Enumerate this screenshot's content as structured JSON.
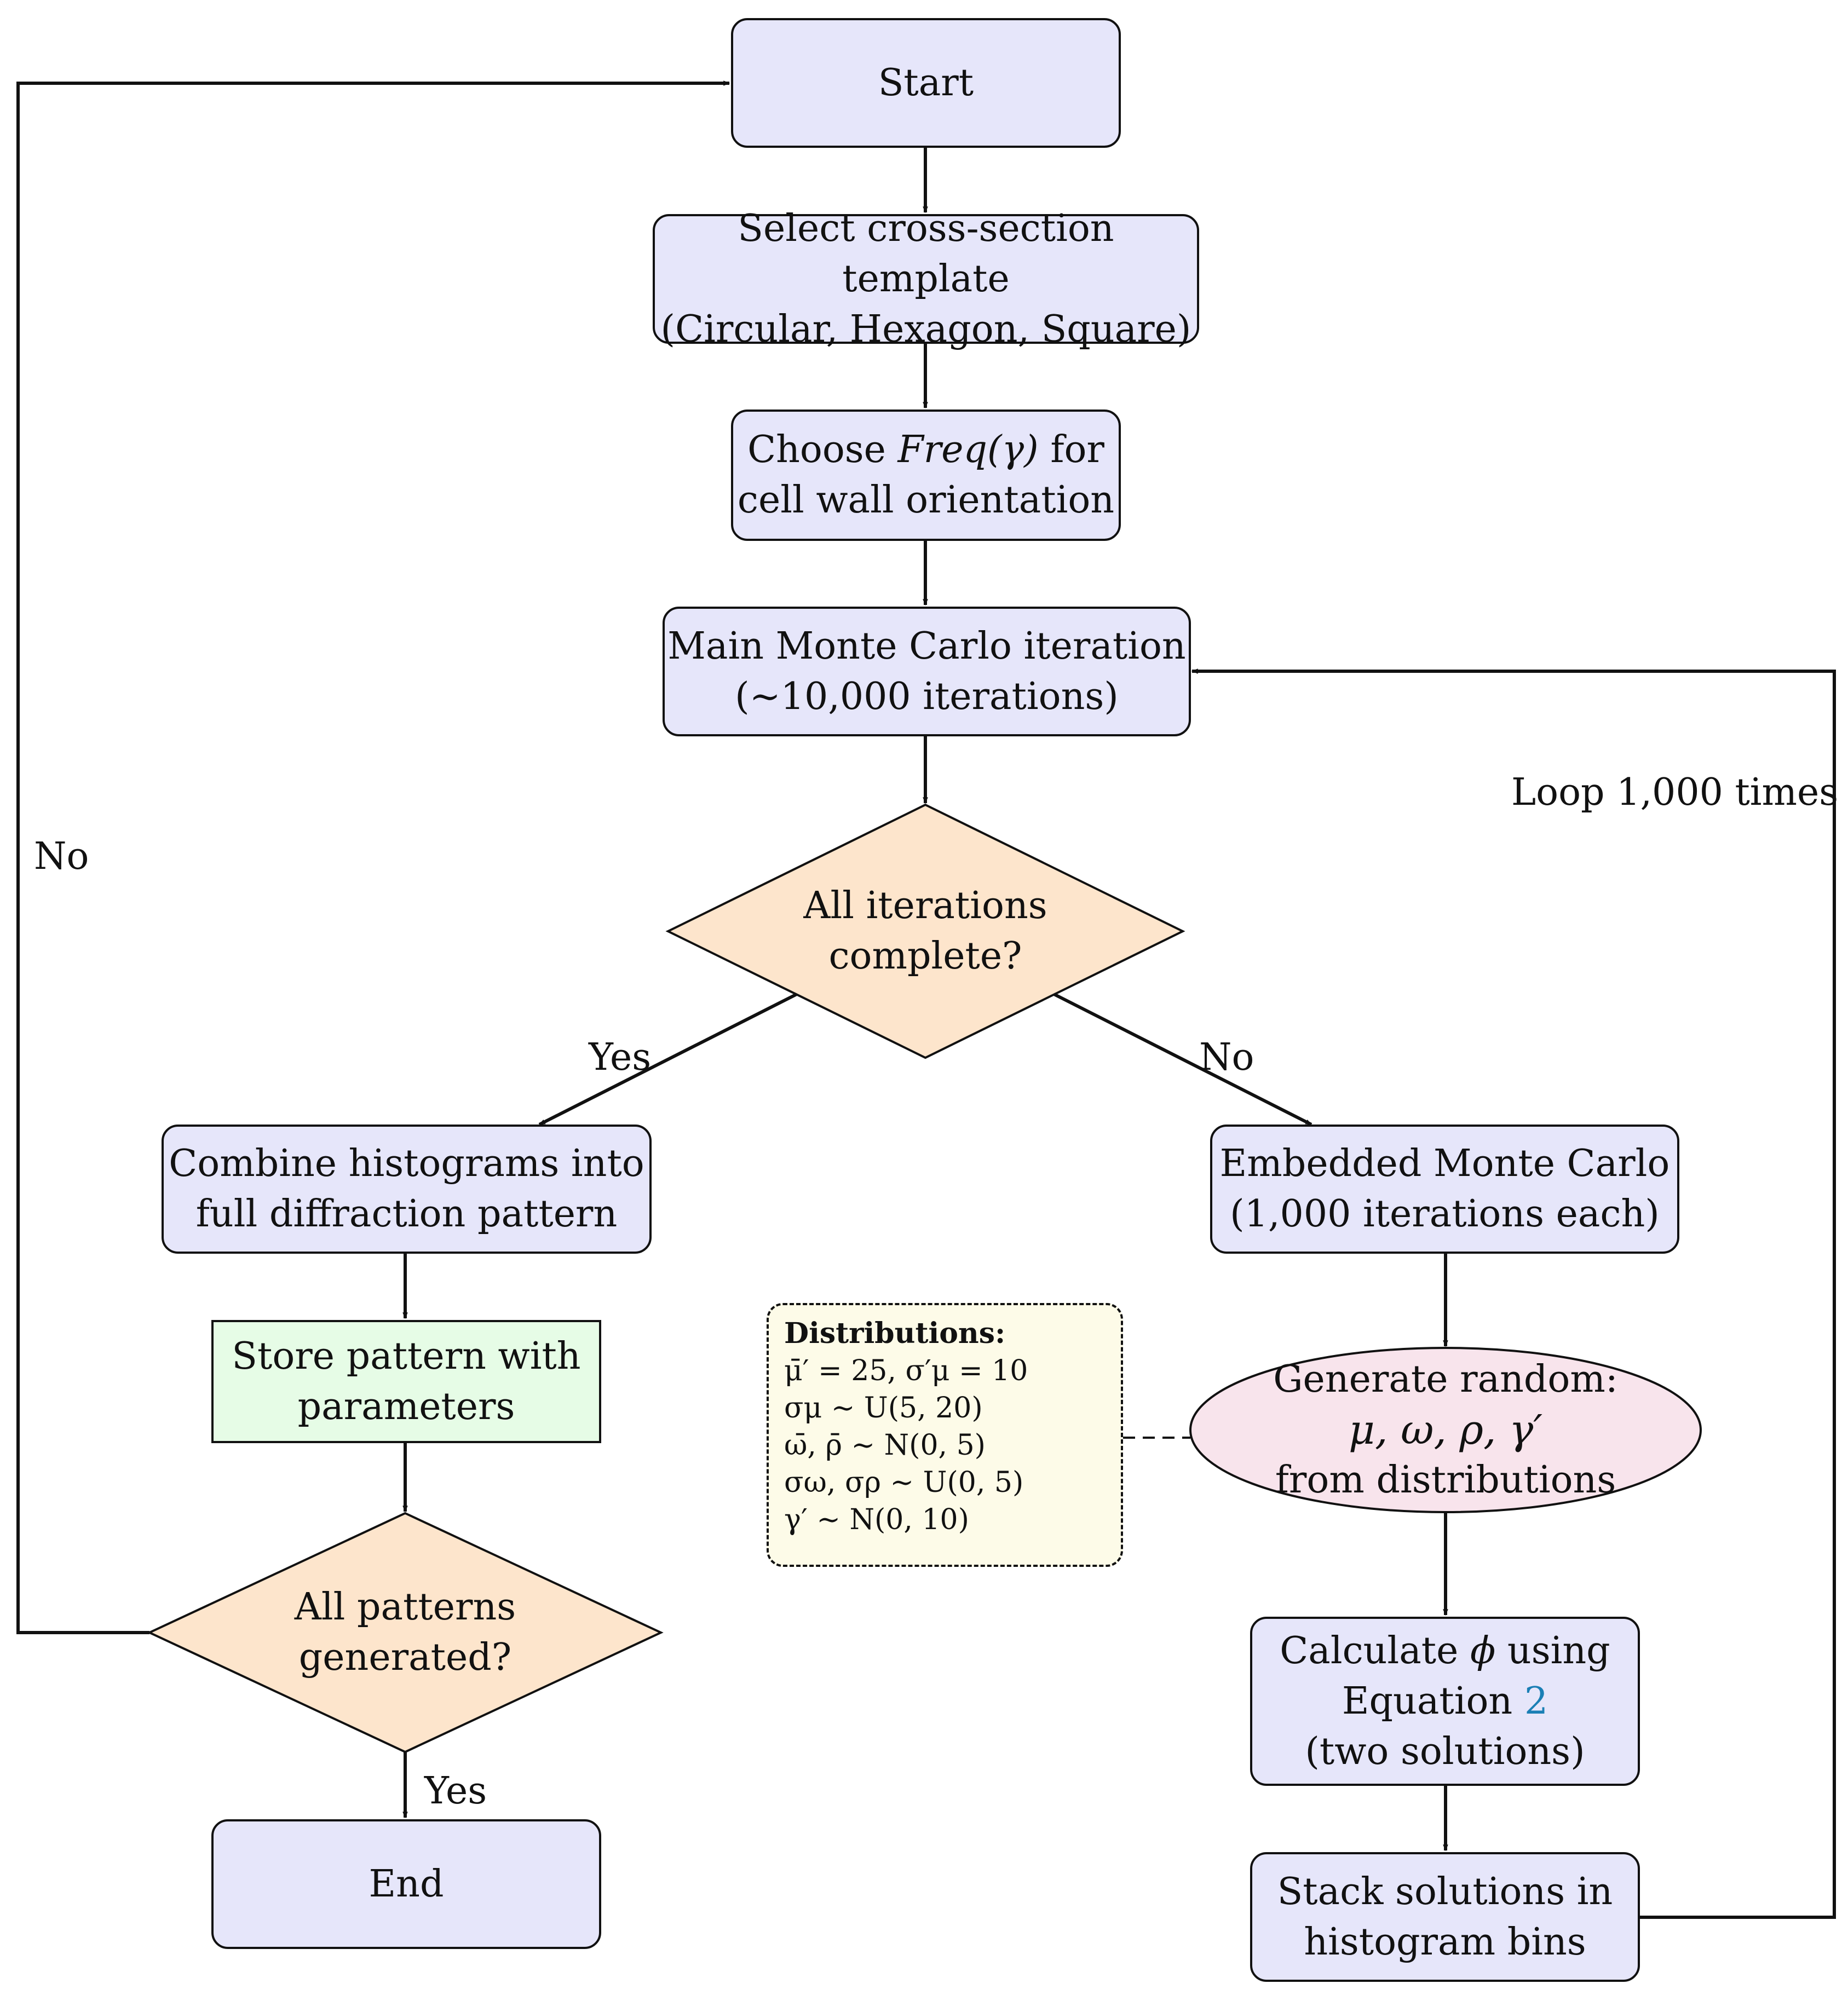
{
  "nodes": {
    "start": "Start",
    "select": {
      "line1": "Select cross-section template",
      "line2": "(Circular, Hexagon, Square)"
    },
    "choose": {
      "line1_pre": "Choose ",
      "line1_math": "Freq(γ)",
      "line1_post": " for",
      "line2": "cell wall orientation"
    },
    "main": {
      "line1": "Main Monte Carlo iteration",
      "line2": "(∼10,000 iterations)"
    },
    "decision1": {
      "line1": "All iterations",
      "line2": "complete?"
    },
    "combine": {
      "line1": "Combine histograms into",
      "line2": "full diffraction pattern"
    },
    "store": {
      "line1": "Store pattern with",
      "line2": "parameters"
    },
    "decision2": {
      "line1": "All patterns",
      "line2": "generated?"
    },
    "end": "End",
    "embedded": {
      "line1": "Embedded Monte Carlo",
      "line2": "(1,000 iterations each)"
    },
    "generate": {
      "line1": "Generate random:",
      "line2": "μ, ω, ρ, γ′",
      "line3": "from distributions"
    },
    "calculate": {
      "line1_pre": "Calculate ",
      "line1_math": "ϕ",
      "line1_post": " using",
      "line2_pre": "Equation ",
      "line2_ref": "2",
      "line3": "(two solutions)"
    },
    "stack": {
      "line1": "Stack solutions in",
      "line2": "histogram bins"
    }
  },
  "distributions": {
    "title": "Distributions:",
    "lines": [
      "μ̄′ = 25, σ′μ = 10",
      "σμ ∼ U(5, 20)",
      "ω̄, ρ̄ ∼ N(0, 5)",
      "σω, σρ ∼ U(0, 5)",
      "γ′ ∼ N(0, 10)"
    ]
  },
  "edge_labels": {
    "yes1": "Yes",
    "no1": "No",
    "no2": "No",
    "yes2": "Yes",
    "loop": "Loop 1,000 times"
  },
  "colors": {
    "process": "#e6e6fa",
    "decision": "#fde5cc",
    "store": "#e6fce6",
    "random": "#f8e4ec",
    "note": "#fdfbe8",
    "reference": "#1a7fb5"
  }
}
